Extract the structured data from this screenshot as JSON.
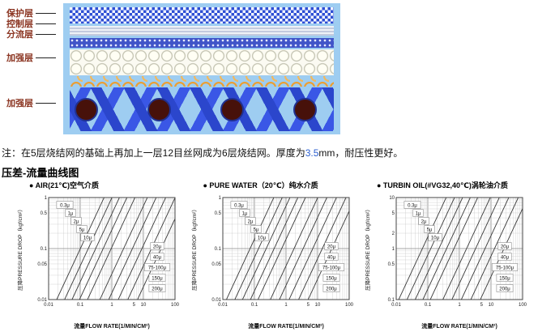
{
  "diagram": {
    "labels": [
      "保护层",
      "控制层",
      "分流层",
      "加强层",
      "加强层"
    ]
  },
  "note": {
    "prefix": "注：在5层烧结网的基础上再加上一层12目丝网成为6层烧结网。厚度为",
    "highlight": "3.5",
    "suffix": "mm，耐压性更好。"
  },
  "section_title": "压差-流量曲线图",
  "chart_data": [
    {
      "type": "line",
      "title": "● AIR(21℃)空气介质",
      "xlabel": "流量FLOW RATE(1/MIN/CM²)",
      "ylabel": "压降PRESSURE DROP（kgf/cm²）",
      "xlim": [
        0.01,
        100
      ],
      "ylim": [
        0.01,
        1
      ],
      "grid": true,
      "legend_position": "inline-labels",
      "xticks": [
        0.01,
        0.1,
        1,
        5,
        10,
        100
      ],
      "xtick_labels": [
        "0.01",
        "0.1",
        "1",
        "5",
        "10",
        "100"
      ],
      "yticks": [
        0.01,
        0.05,
        0.1,
        0.5,
        1
      ],
      "ytick_labels": [
        "0.01",
        "0.05",
        "0.1",
        "0.5",
        "1"
      ],
      "series": [
        {
          "name": "0.3μ",
          "points": [
            [
              0.018,
              0.01
            ],
            [
              0.57,
              1
            ]
          ]
        },
        {
          "name": "1μ",
          "points": [
            [
              0.032,
              0.01
            ],
            [
              1.01,
              1
            ]
          ]
        },
        {
          "name": "2μ",
          "points": [
            [
              0.055,
              0.01
            ],
            [
              1.74,
              1
            ]
          ]
        },
        {
          "name": "5μ",
          "points": [
            [
              0.095,
              0.01
            ],
            [
              3.0,
              1
            ]
          ]
        },
        {
          "name": "10μ",
          "points": [
            [
              0.17,
              0.01
            ],
            [
              5.4,
              1
            ]
          ]
        },
        {
          "name": "20μ",
          "points": [
            [
              0.42,
              0.01
            ],
            [
              13.3,
              1
            ]
          ]
        },
        {
          "name": "40μ",
          "points": [
            [
              0.8,
              0.01
            ],
            [
              25.3,
              1
            ]
          ]
        },
        {
          "name": "75-100μ",
          "points": [
            [
              1.6,
              0.01
            ],
            [
              50.6,
              1
            ]
          ]
        },
        {
          "name": "150μ",
          "points": [
            [
              3.2,
              0.01
            ],
            [
              101.0,
              1
            ]
          ]
        },
        {
          "name": "200μ",
          "points": [
            [
              6.5,
              0.01
            ],
            [
              205.0,
              1
            ]
          ]
        }
      ]
    },
    {
      "type": "line",
      "title": "● PURE WATER（20℃）纯水介质",
      "xlabel": "流量FLOW RATE(1/MIN/CM²)",
      "ylabel": "压降PRESSURE DROP（kgf/cm²）",
      "xlim": [
        0.01,
        100
      ],
      "ylim": [
        0.01,
        1
      ],
      "grid": true,
      "legend_position": "inline-labels",
      "xticks": [
        0.01,
        0.1,
        1,
        5,
        10,
        100
      ],
      "xtick_labels": [
        "0.01",
        "0.1",
        "1",
        "5",
        "10",
        "100"
      ],
      "yticks": [
        0.01,
        0.05,
        0.1,
        0.5,
        1
      ],
      "ytick_labels": [
        "0.01",
        "0.05",
        "0.1",
        "0.5",
        "1"
      ],
      "series": [
        {
          "name": "0.3μ",
          "points": [
            [
              0.013,
              0.01
            ],
            [
              0.41,
              1
            ]
          ]
        },
        {
          "name": "1μ",
          "points": [
            [
              0.024,
              0.01
            ],
            [
              0.76,
              1
            ]
          ]
        },
        {
          "name": "2μ",
          "points": [
            [
              0.042,
              0.01
            ],
            [
              1.33,
              1
            ]
          ]
        },
        {
          "name": "5μ",
          "points": [
            [
              0.075,
              0.01
            ],
            [
              2.37,
              1
            ]
          ]
        },
        {
          "name": "10μ",
          "points": [
            [
              0.13,
              0.01
            ],
            [
              4.11,
              1
            ]
          ]
        },
        {
          "name": "20μ",
          "points": [
            [
              0.32,
              0.01
            ],
            [
              10.1,
              1
            ]
          ]
        },
        {
          "name": "40μ",
          "points": [
            [
              0.62,
              0.01
            ],
            [
              19.6,
              1
            ]
          ]
        },
        {
          "name": "75-100μ",
          "points": [
            [
              1.25,
              0.01
            ],
            [
              39.5,
              1
            ]
          ]
        },
        {
          "name": "150μ",
          "points": [
            [
              2.5,
              0.01
            ],
            [
              79.1,
              1
            ]
          ]
        },
        {
          "name": "200μ",
          "points": [
            [
              5.0,
              0.01
            ],
            [
              158.0,
              1
            ]
          ]
        }
      ]
    },
    {
      "type": "line",
      "title": "● TURBIN OIL(#VG32,40℃)涡轮油介质",
      "xlabel": "流量FLOW RATE(1/MIN/CM²)",
      "ylabel": "压降PRESSURE DROP（kgf/cm²）",
      "xlim": [
        0.01,
        100
      ],
      "ylim": [
        0.1,
        10
      ],
      "grid": true,
      "legend_position": "inline-labels",
      "xticks": [
        0.01,
        0.1,
        1,
        5,
        10,
        100
      ],
      "xtick_labels": [
        "0.01",
        "0.1",
        "1",
        "5",
        "10",
        "100"
      ],
      "yticks": [
        0.1,
        0.5,
        1,
        2,
        5,
        10
      ],
      "ytick_labels": [
        "0.1",
        "0.5",
        "1",
        "2",
        "5",
        "10"
      ],
      "series": [
        {
          "name": "0.3μ",
          "points": [
            [
              0.012,
              0.1
            ],
            [
              0.38,
              10
            ]
          ]
        },
        {
          "name": "1μ",
          "points": [
            [
              0.022,
              0.1
            ],
            [
              0.7,
              10
            ]
          ]
        },
        {
          "name": "2μ",
          "points": [
            [
              0.04,
              0.1
            ],
            [
              1.26,
              10
            ]
          ]
        },
        {
          "name": "5μ",
          "points": [
            [
              0.07,
              0.1
            ],
            [
              2.21,
              10
            ]
          ]
        },
        {
          "name": "10μ",
          "points": [
            [
              0.12,
              0.1
            ],
            [
              3.79,
              10
            ]
          ]
        },
        {
          "name": "20μ",
          "points": [
            [
              0.3,
              0.1
            ],
            [
              9.49,
              10
            ]
          ]
        },
        {
          "name": "40μ",
          "points": [
            [
              0.58,
              0.1
            ],
            [
              18.3,
              10
            ]
          ]
        },
        {
          "name": "75-100μ",
          "points": [
            [
              1.15,
              0.1
            ],
            [
              36.4,
              10
            ]
          ]
        },
        {
          "name": "150μ",
          "points": [
            [
              2.3,
              0.1
            ],
            [
              72.7,
              10
            ]
          ]
        },
        {
          "name": "200μ",
          "points": [
            [
              4.6,
              0.1
            ],
            [
              145.0,
              10
            ]
          ]
        }
      ]
    }
  ]
}
